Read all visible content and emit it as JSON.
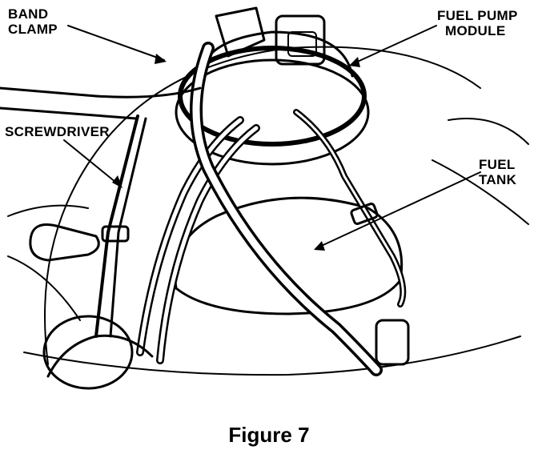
{
  "labels": {
    "band_clamp_line1": "BAND",
    "band_clamp_line2": "CLAMP",
    "screwdriver": "SCREWDRIVER",
    "fuel_pump_module_line1": "FUEL PUMP",
    "fuel_pump_module_line2": "MODULE",
    "fuel_tank_line1": "FUEL",
    "fuel_tank_line2": "TANK"
  },
  "caption": "Figure 7"
}
